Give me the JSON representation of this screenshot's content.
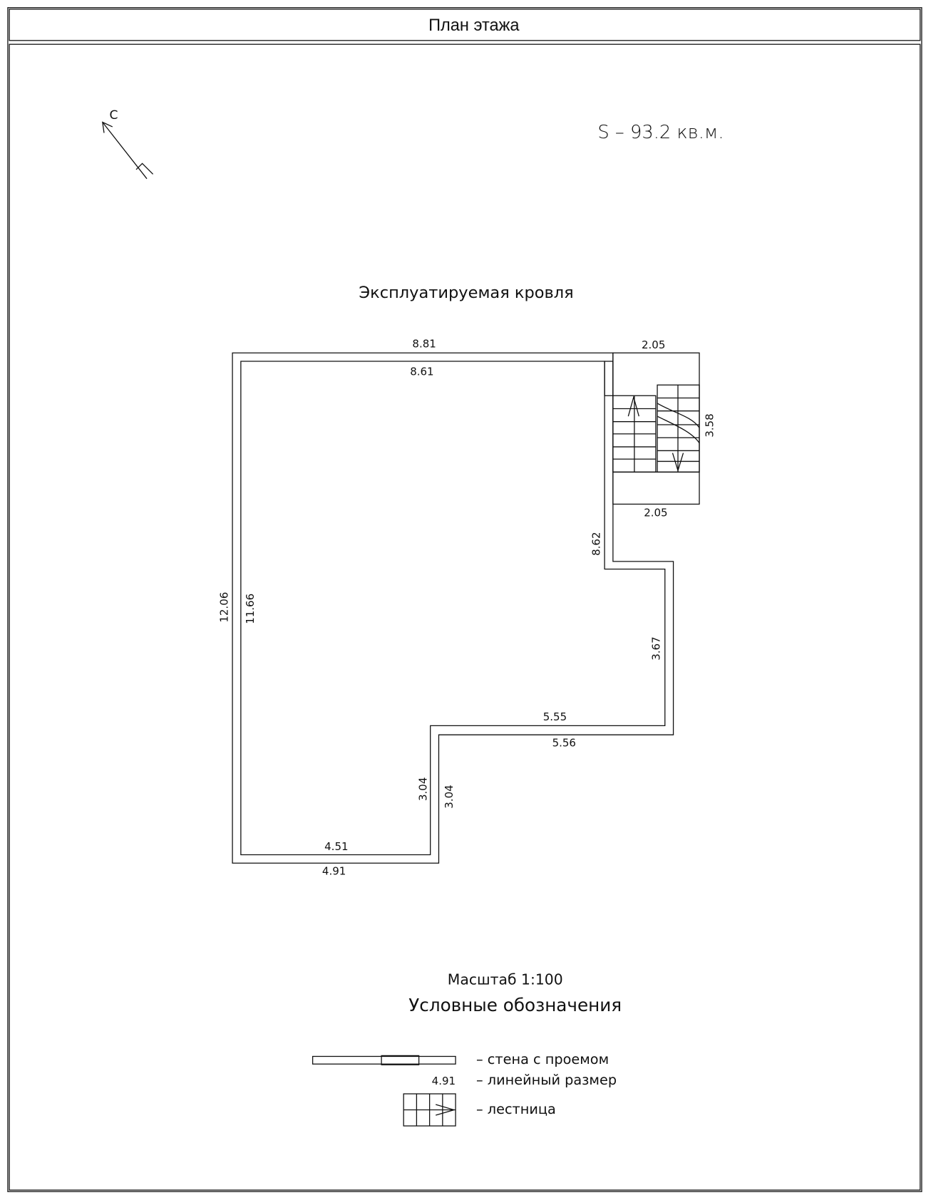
{
  "title": "План этажа",
  "north_label": "С",
  "area": "S – 93.2 кв.м.",
  "roof_label": "Эксплуатируемая кровля",
  "dimensions": {
    "top_outer": "8.81",
    "top_inner": "8.61",
    "stair_top": "2.05",
    "stair_side": "3.58",
    "stair_bottom": "2.05",
    "right_upper": "8.62",
    "left_outer": "12.06",
    "left_inner": "11.66",
    "right_lower": "3.67",
    "step_inner": "5.55",
    "step_outer": "5.56",
    "notch_inner": "3.04",
    "notch_outer": "3.04",
    "bottom_inner": "4.51",
    "bottom_outer": "4.91"
  },
  "scale": "Масштаб 1:100",
  "legend": {
    "title": "Условные обозначения",
    "wall": "– стена с проемом",
    "dim_sample": "4.91",
    "dim": "– линейный размер",
    "stair": "– лестница"
  }
}
